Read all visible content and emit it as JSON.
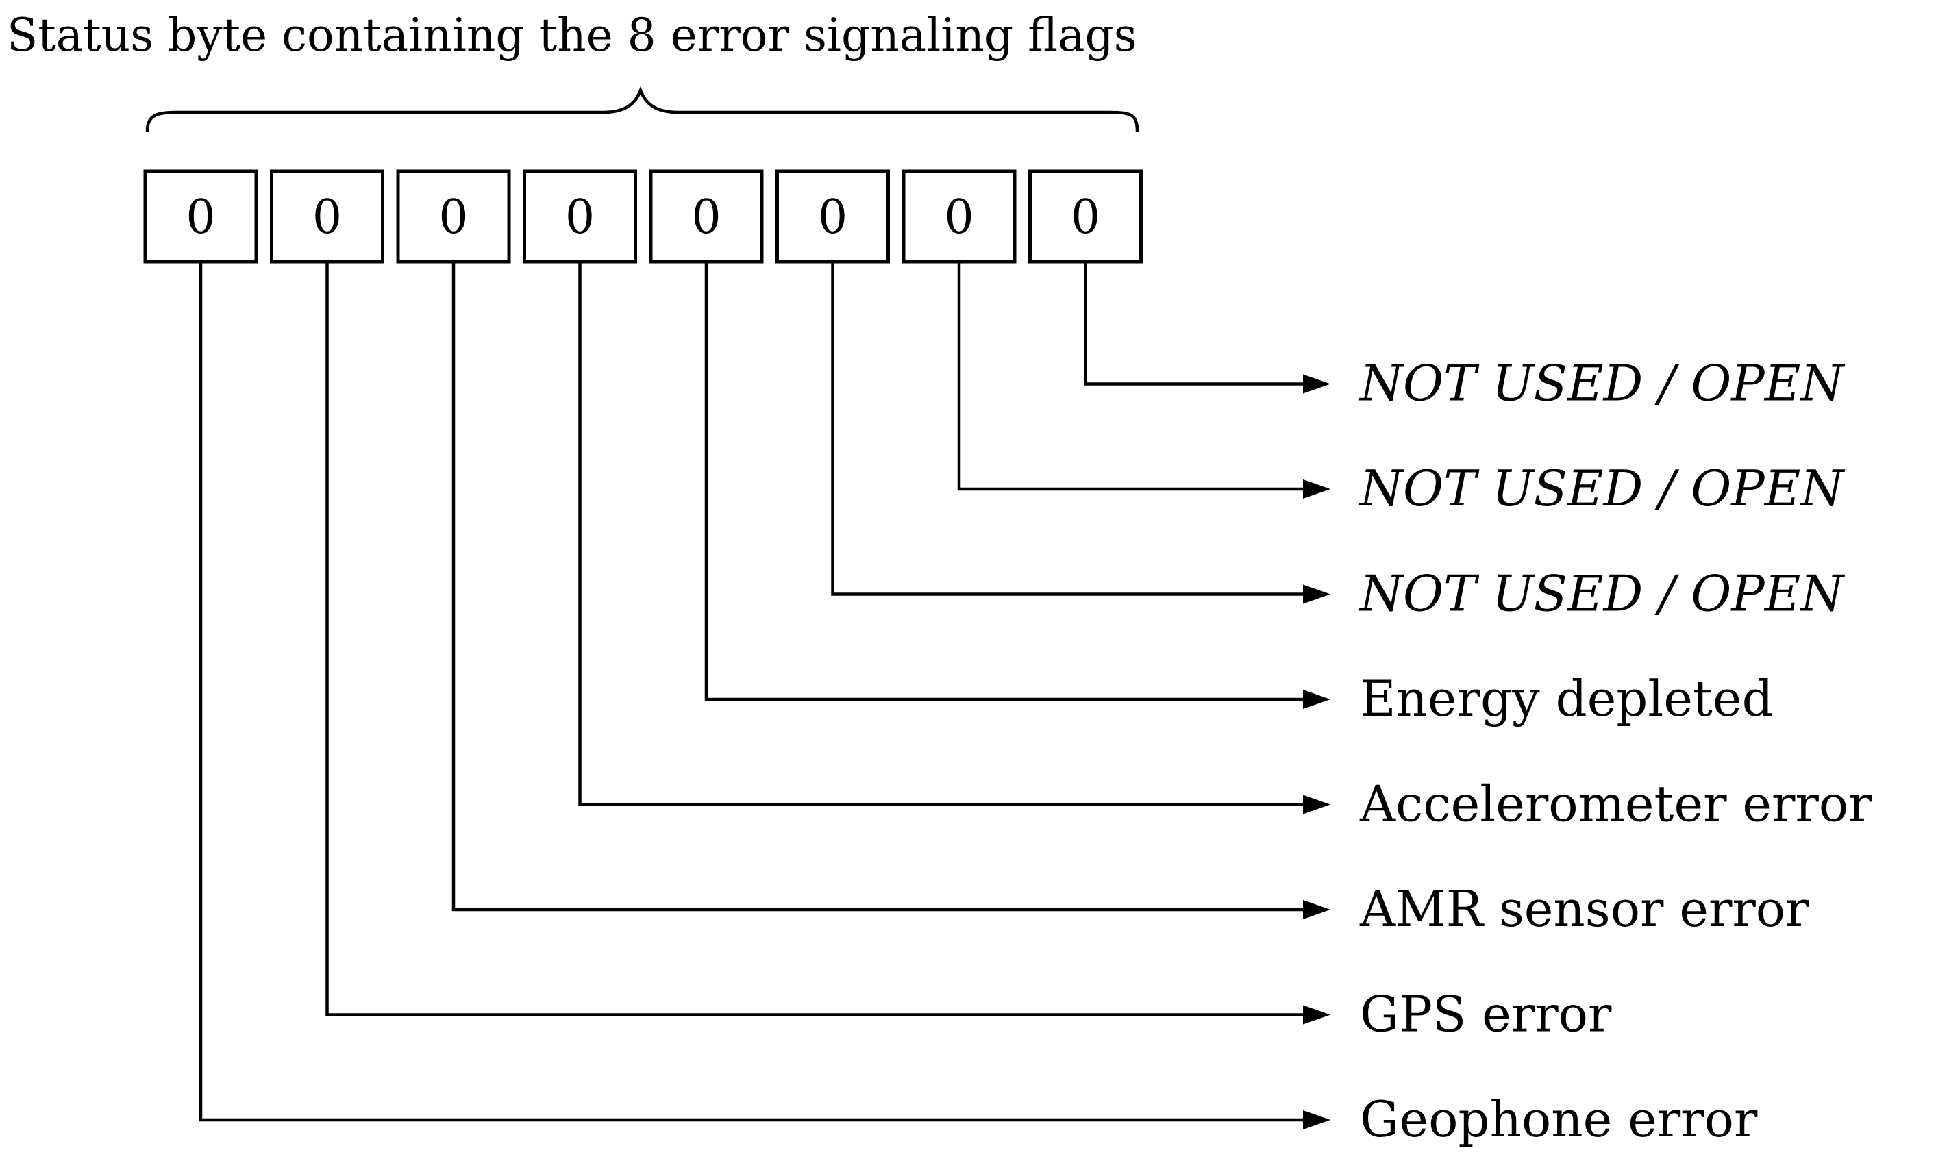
{
  "title": "Status byte containing the 8 error signaling flags",
  "bits": [
    "0",
    "0",
    "0",
    "0",
    "0",
    "0",
    "0",
    "0"
  ],
  "labels": [
    {
      "text": "Geophone error",
      "italic": false
    },
    {
      "text": "GPS error",
      "italic": false
    },
    {
      "text": "AMR sensor error",
      "italic": false
    },
    {
      "text": "Accelerometer error",
      "italic": false
    },
    {
      "text": "Energy depleted",
      "italic": false
    },
    {
      "text": "NOT USED / OPEN",
      "italic": true
    },
    {
      "text": "NOT USED / OPEN",
      "italic": true
    },
    {
      "text": "NOT USED / OPEN",
      "italic": true
    }
  ]
}
